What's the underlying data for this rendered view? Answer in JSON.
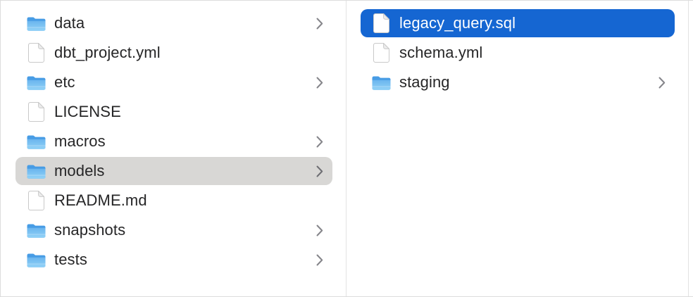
{
  "colors": {
    "background": "#ffffff",
    "window_border": "#dcdcdc",
    "column_divider": "#e2e2e2",
    "selection_active_blue": "#1566d2",
    "selection_inactive_gray": "#d8d7d5",
    "text": "#262627",
    "text_selected": "#ffffff",
    "chevron": "#85858a",
    "chevron_on_gray": "#6e6e73",
    "folder_top_blue": "#479ce5",
    "folder_body_blue_light": "#6ab5ee",
    "folder_body_blue_lighter": "#92d2f7",
    "file_outline": "#c9c9c9",
    "file_fold": "#ececec"
  },
  "view": "finder-column-view",
  "columns": [
    {
      "name": "parent-folder-contents",
      "items": [
        {
          "label": "data",
          "kind": "folder",
          "has_chevron": true,
          "selected": "none"
        },
        {
          "label": "dbt_project.yml",
          "kind": "file",
          "has_chevron": false,
          "selected": "none"
        },
        {
          "label": "etc",
          "kind": "folder",
          "has_chevron": true,
          "selected": "none"
        },
        {
          "label": "LICENSE",
          "kind": "file",
          "has_chevron": false,
          "selected": "none"
        },
        {
          "label": "macros",
          "kind": "folder",
          "has_chevron": true,
          "selected": "none"
        },
        {
          "label": "models",
          "kind": "folder",
          "has_chevron": true,
          "selected": "inactive"
        },
        {
          "label": "README.md",
          "kind": "file",
          "has_chevron": false,
          "selected": "none"
        },
        {
          "label": "snapshots",
          "kind": "folder",
          "has_chevron": true,
          "selected": "none"
        },
        {
          "label": "tests",
          "kind": "folder",
          "has_chevron": true,
          "selected": "none"
        }
      ]
    },
    {
      "name": "models-folder-contents",
      "items": [
        {
          "label": "legacy_query.sql",
          "kind": "file",
          "has_chevron": false,
          "selected": "active"
        },
        {
          "label": "schema.yml",
          "kind": "file",
          "has_chevron": false,
          "selected": "none"
        },
        {
          "label": "staging",
          "kind": "folder",
          "has_chevron": true,
          "selected": "none"
        }
      ]
    }
  ]
}
